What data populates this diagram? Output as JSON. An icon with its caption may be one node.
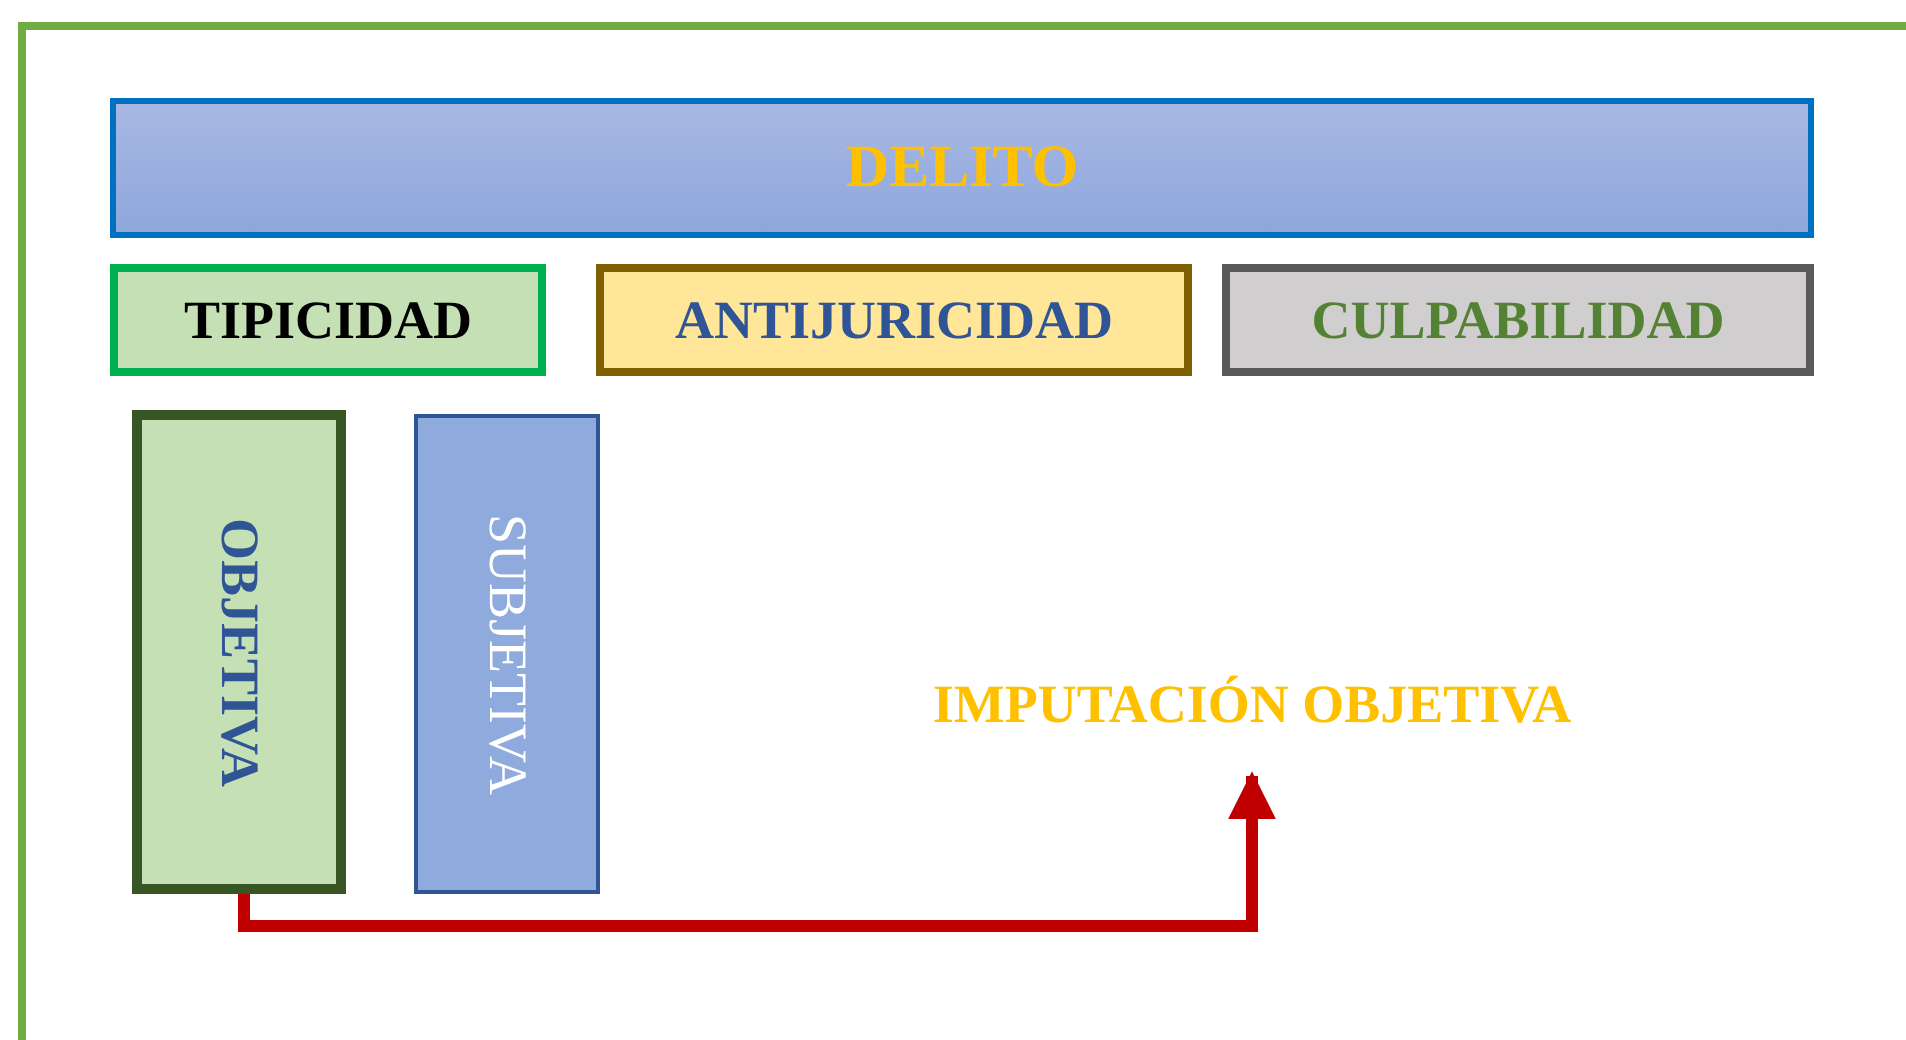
{
  "diagram": {
    "nodes": [
      {
        "text": [
          "DELITO"
        ]
      },
      {
        "text": [
          "TIPICIDAD"
        ]
      },
      {
        "text": [
          "ANTIJURICIDAD"
        ]
      },
      {
        "text": [
          "CULPABILIDAD"
        ]
      },
      {
        "text": [
          "OBJETIVA"
        ]
      },
      {
        "text": [
          "SUBJETIVA"
        ]
      },
      {
        "text": [
          "IMPUTACIÓN OBJETIVA"
        ]
      }
    ],
    "edges": [
      {
        "from": 4,
        "to": 6,
        "arrow": "to",
        "color": "#c00000"
      }
    ]
  }
}
